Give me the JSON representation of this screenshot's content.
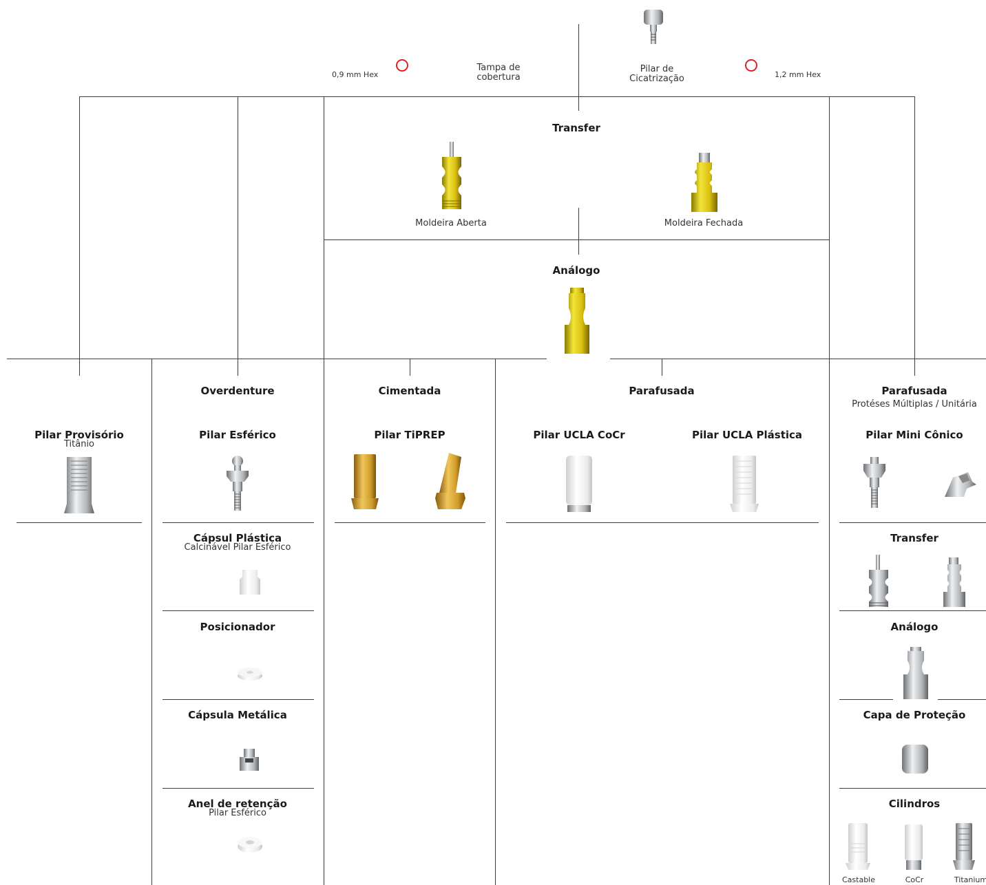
{
  "top": {
    "hex_left": "0,9 mm Hex",
    "hex_right": "1,2 mm Hex",
    "cover_cap": "Tampa de cobertura",
    "healing_abutment": "Pilar de Cicatrização",
    "hex_color": "#e02020"
  },
  "transfer": {
    "title": "Transfer",
    "open_tray": "Moldeira Aberta",
    "closed_tray": "Moldeira Fechada"
  },
  "analog": {
    "title": "Análogo"
  },
  "provisional": {
    "title": "Pilar Provisório",
    "subtitle": "Titânio"
  },
  "overdenture": {
    "title": "Overdenture",
    "ball": "Pilar Esférico",
    "plastic_cap": "Cápsul Plástica",
    "plastic_cap_sub": "Calcinável Pilar Esférico",
    "positioner": "Posicionador",
    "metal_cap": "Cápsula Metálica",
    "ring": "Anel de retenção",
    "ring_sub": "Pilar Esférico"
  },
  "cemented": {
    "title": "Cimentada",
    "tiprep": "Pilar TiPREP"
  },
  "screwed": {
    "title": "Parafusada",
    "ucla_cocr": "Pilar UCLA CoCr",
    "ucla_plastic": "Pilar UCLA Plástica"
  },
  "multi": {
    "title": "Parafusada",
    "subtitle": "Protéses Múltiplas / Unitária",
    "mini_conic": "Pilar Mini Cônico",
    "transfer": "Transfer",
    "analog": "Análogo",
    "cap": "Capa de Proteção",
    "cylinders": "Cilindros",
    "castable": "Castable",
    "cocr": "CoCr",
    "titanium": "Titanium"
  },
  "colors": {
    "gold": "#e3c21b",
    "brass": "#c99a2b",
    "steel": "#b4b7ba",
    "white": "#f2f2f2",
    "lines": "#3a3a3a"
  }
}
